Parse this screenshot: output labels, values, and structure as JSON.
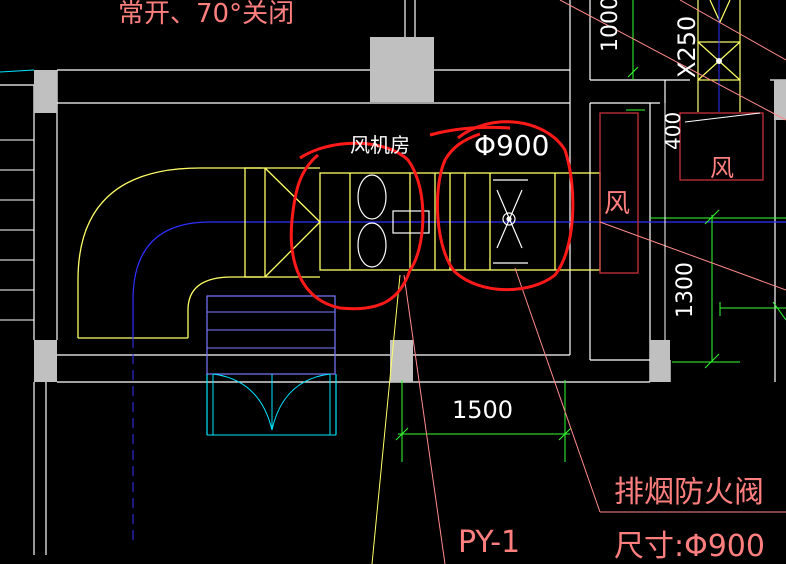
{
  "colors": {
    "background": "#000000",
    "wall": "#ffffff",
    "column": "#c0c0c0",
    "duct": "#ffff66",
    "centerline": "#2f2fff",
    "dimension": "#33ff33",
    "leader": "#ff8a8a",
    "annotation": "#ff7f7f",
    "markup": "#ff1a1a",
    "door": "#00e5ff",
    "equipment_box": "#c8323c"
  },
  "labels": {
    "top_note": "常开、70°关闭",
    "fan_room": "风机房",
    "duct_size_markup": "Φ900",
    "dim_1000": "1000",
    "dim_250": "X250",
    "dim_400": "400",
    "dim_1500": "1500",
    "dim_1300": "1300",
    "feng_box_1": "风",
    "feng_box_2": "风",
    "damper_name": "排烟防火阀",
    "damper_size": "尺寸:Φ900",
    "system_tag": "PY-1"
  }
}
